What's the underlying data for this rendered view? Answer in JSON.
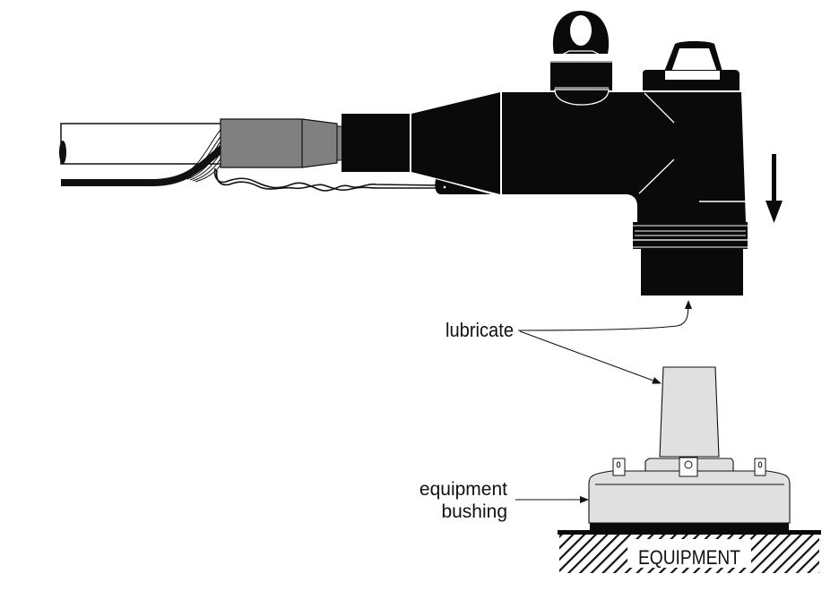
{
  "labels": {
    "lubricate": "lubricate",
    "equipment_bushing_line1": "equipment",
    "equipment_bushing_line2": "bushing",
    "equipment": "EQUIPMENT"
  },
  "colors": {
    "ink": "#0a0a0a",
    "sleeve": "#808080",
    "bushing": "#e0e0e0",
    "background": "#ffffff"
  }
}
